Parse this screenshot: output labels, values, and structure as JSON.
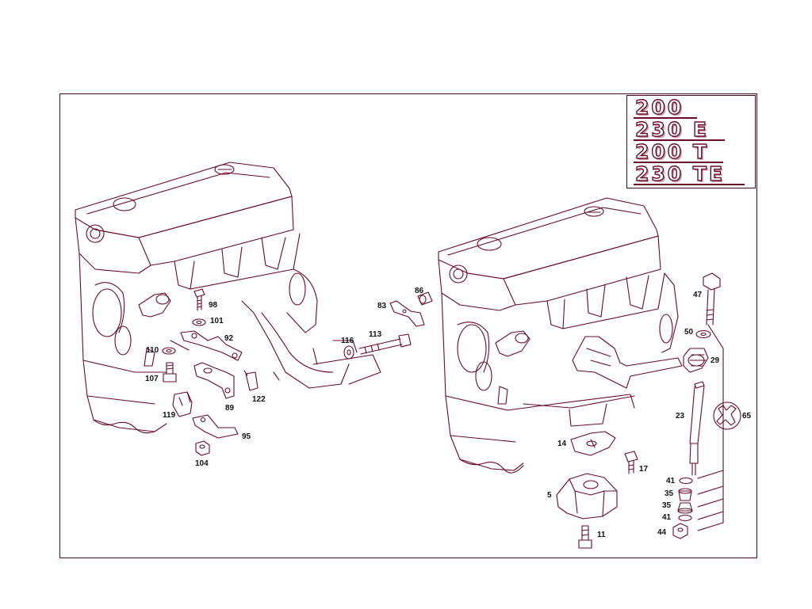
{
  "models": [
    "200",
    "230 E",
    "200 T",
    "230 TE"
  ],
  "callouts": {
    "c98": "98",
    "c101": "101",
    "c92": "92",
    "c110": "110",
    "c107": "107",
    "c89": "89",
    "c122": "122",
    "c119": "119",
    "c95": "95",
    "c104": "104",
    "c116": "116",
    "c113": "113",
    "c83": "83",
    "c86": "86",
    "c47": "47",
    "c50": "50",
    "c29": "29",
    "c23": "23",
    "c65": "65",
    "c14": "14",
    "c17": "17",
    "c5": "5",
    "c11": "11",
    "c41a": "41",
    "c35a": "35",
    "c35b": "35",
    "c41b": "41",
    "c44": "44"
  },
  "colors": {
    "line": "#6a0a24",
    "frame": "#4a0a1e",
    "text": "#111111"
  },
  "icons": {
    "wrench": "wrench-icon"
  }
}
